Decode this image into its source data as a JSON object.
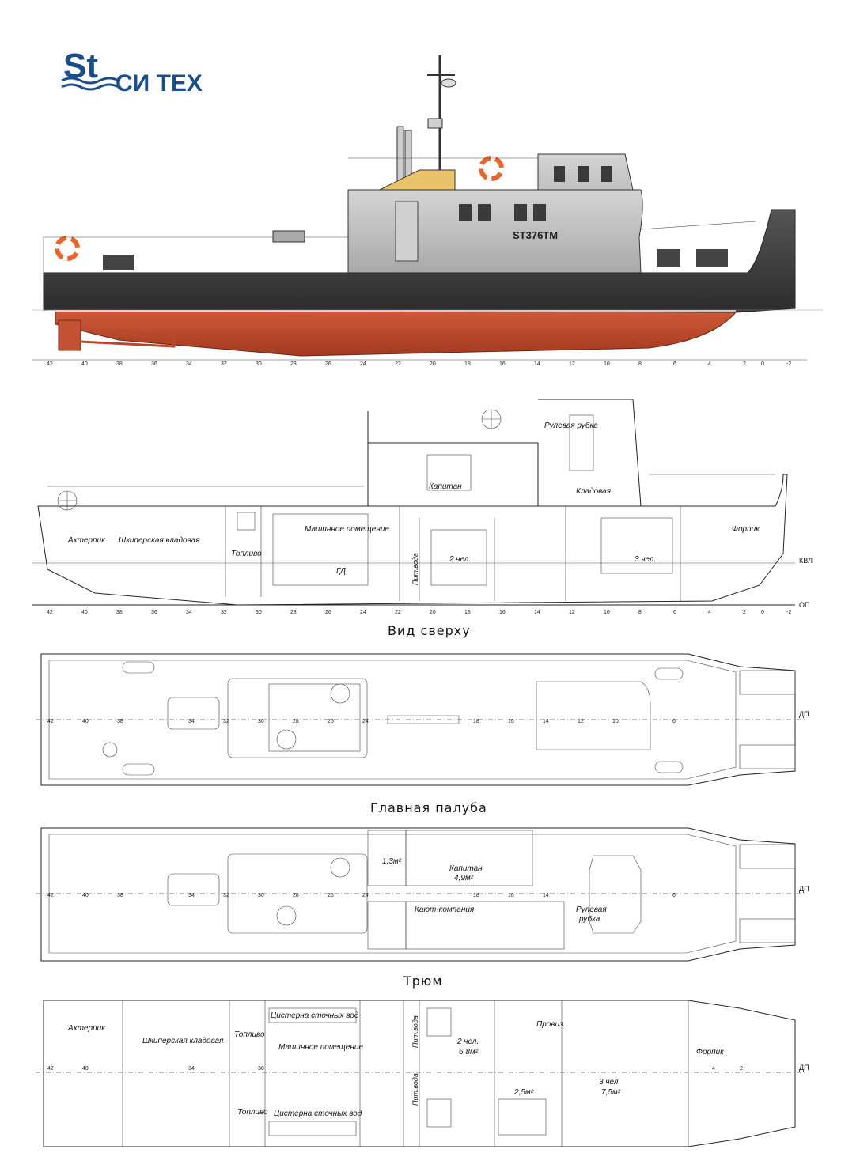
{
  "brand": {
    "mark": "St",
    "name": "СИ ТЕХ",
    "color": "#1c4e8a"
  },
  "vessel": {
    "name": "ST376TM"
  },
  "colors": {
    "hull_bottom": "#b8472b",
    "hull_top": "#3b3b3b",
    "superstructure": "#b9b9b9",
    "funnel": "#e8c36a",
    "ring": "#e8662b"
  },
  "frame_scale": [
    "42",
    "40",
    "38",
    "36",
    "34",
    "32",
    "30",
    "28",
    "26",
    "24",
    "22",
    "20",
    "18",
    "16",
    "14",
    "12",
    "10",
    "8",
    "6",
    "4",
    "2",
    "0",
    "-2"
  ],
  "section_label": {
    "labels": {
      "rulevaya_rubka": "Рулевая рубка",
      "kapitan": "Капитан",
      "kladovaya": "Кладовая",
      "akhterpik": "Ахтерпик",
      "shkiperskaya": "Шкиперская кладовая",
      "toplivo": "Топливо",
      "mashinnoe": "Машинное помещение",
      "gd": "ГД",
      "pitvoda": "Пит.вода",
      "dva_chel": "2 чел.",
      "tri_chel": "3 чел.",
      "forpik": "Форпик"
    },
    "kvl": "КВЛ",
    "op": "ОП"
  },
  "top_view": {
    "title": "Вид сверху",
    "dp": "ДП"
  },
  "main_deck": {
    "title": "Главная палуба",
    "dp": "ДП",
    "labels": {
      "area1": "1,3м²",
      "kapitan": "Капитан",
      "kapitan_area": "4,9м²",
      "kayut": "Кают-компания",
      "rulevaya": "Рулевая",
      "rubka": "рубка"
    }
  },
  "hold": {
    "title": "Трюм",
    "dp": "ДП",
    "labels": {
      "akhterpik": "Ахтерпик",
      "shkiperskaya": "Шкиперская кладовая",
      "toplivo_top": "Топливо",
      "toplivo_bot": "Топливо",
      "cisterna_top": "Цистерна сточных вод",
      "cisterna_bot": "Цистерна сточных вод",
      "mashinnoe": "Машинное помещение",
      "pitvoda_top": "Пит.вода",
      "pitvoda_bot": "Пит.вода",
      "dva_chel": "2 чел.",
      "area_68": "6,8м²",
      "proviz": "Провиз.",
      "area_25": "2,5м²",
      "tri_chel": "3 чел.",
      "area_75": "7,5м²",
      "forpik": "Форпик"
    }
  }
}
